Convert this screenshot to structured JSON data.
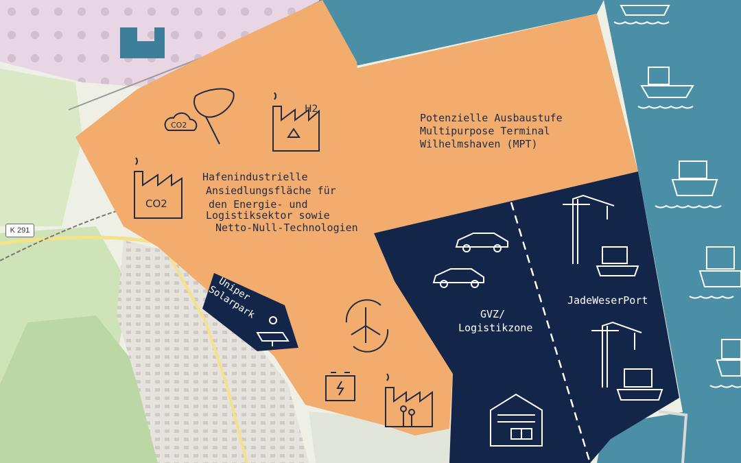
{
  "map": {
    "road_label": "K 291",
    "zones": {
      "industrial": {
        "line1": "Hafenindustrielle",
        "line2": "Ansiedlungsfläche für",
        "line3": "den Energie- und",
        "line4": "Logistiksektor sowie",
        "line5": "Netto-Null-Technologien"
      },
      "mpt": {
        "line1": "Potenzielle Ausbaustufe",
        "line2": "Multipurpose Terminal",
        "line3": "Wilhelmshaven (MPT)"
      },
      "gvz": {
        "line1": "GVZ/",
        "line2": "Logistikzone"
      },
      "port": {
        "name": "JadeWeserPort"
      },
      "solar": {
        "line1": "Uniper",
        "line2": "Solarpark"
      }
    },
    "icon_labels": {
      "co2_cloud": "CO2",
      "co2_factory": "CO2",
      "h2": "H2"
    },
    "colors": {
      "sea": "#4a8fa6",
      "orange_zone": "#f2ad6e",
      "navy_zone": "#13264a",
      "map_base": "#eef0e6",
      "industrial_area": "#e8d6e4",
      "green_area": "#cfe3b8",
      "icon_line": "#1f2a44"
    },
    "icons": [
      "co2-cloud-icon",
      "net-capture-icon",
      "h2-factory-icon",
      "co2-factory-icon",
      "wind-turbine-icon",
      "battery-icon",
      "green-factory-icon",
      "car-icon",
      "crane-ship-icon",
      "warehouse-icon",
      "container-ship-icon",
      "solar-panel-icon"
    ]
  }
}
